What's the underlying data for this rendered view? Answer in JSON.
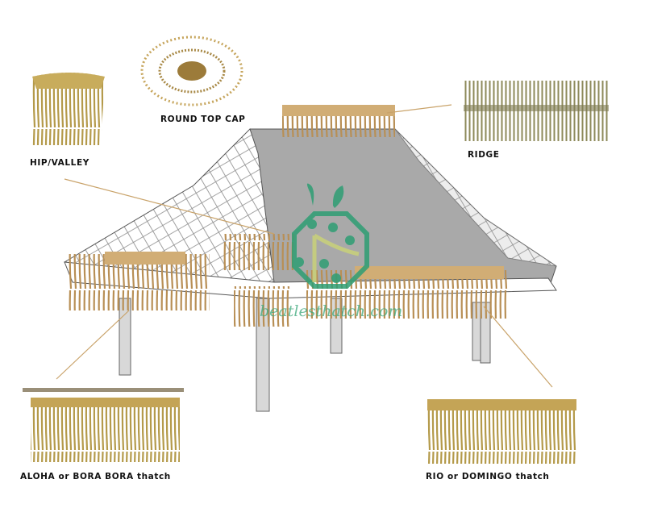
{
  "labels": {
    "round_top_cap": "ROUND TOP CAP",
    "hip_valley": "HIP/VALLEY",
    "ridge": "RIDGE",
    "aloha": "ALOHA or BORA BORA thatch",
    "rio": "RIO or DOMINGO thatch"
  },
  "watermark": "beatlesthatch.com",
  "colors": {
    "thatch": "#c9a36a",
    "roof": "#a9a9a9",
    "logo": "#2e9e74",
    "leader": "#c9a36a"
  }
}
